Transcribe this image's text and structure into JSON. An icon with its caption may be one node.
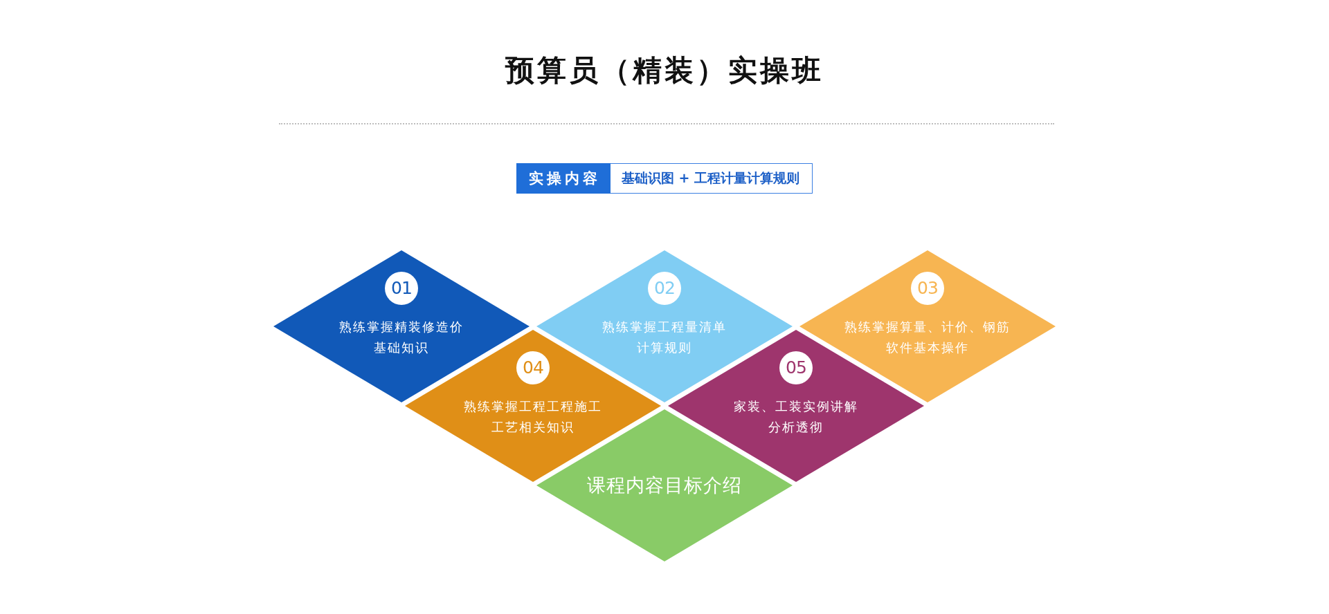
{
  "diagram": {
    "title": "预算员（精装）实操班",
    "nodes": [
      {
        "text": [
          "实操内容"
        ]
      },
      {
        "text": [
          "基础识图 + 工程计量计算规则"
        ]
      },
      {
        "text": [
          "熟练掌握精装修造价基础知识"
        ]
      },
      {
        "text": [
          "01"
        ],
        "in": 2
      },
      {
        "text": [
          "熟练掌握工程量清单计算规则"
        ]
      },
      {
        "text": [
          "02"
        ],
        "in": 4
      },
      {
        "text": [
          "熟练掌握算量、计价、钢筋软件基本操作"
        ]
      },
      {
        "text": [
          "03"
        ],
        "in": 6
      },
      {
        "text": [
          "熟练掌握工程工程施工工艺相关知识"
        ]
      },
      {
        "text": [
          "04"
        ],
        "in": 8
      },
      {
        "text": [
          "家装、工装实例讲解分析透彻"
        ]
      },
      {
        "text": [
          "05"
        ],
        "in": 10
      },
      {
        "text": [
          "课程内容目标介绍"
        ]
      }
    ]
  }
}
